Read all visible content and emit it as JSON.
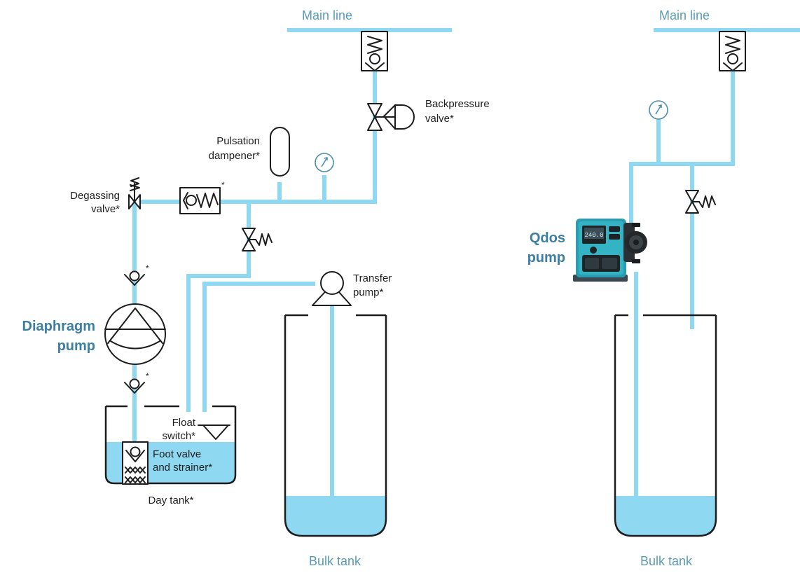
{
  "diagram": {
    "left": {
      "main_line": "Main line",
      "backpressure_valve": [
        "Backpressure",
        "valve*"
      ],
      "pulsation_dampener": [
        "Pulsation",
        "dampener*"
      ],
      "degassing_valve": [
        "Degassing",
        "valve*"
      ],
      "diaphragm_pump": [
        "Diaphragm",
        "pump"
      ],
      "transfer_pump": [
        "Transfer",
        "pump*"
      ],
      "float_switch": [
        "Float",
        "switch*"
      ],
      "foot_valve": [
        "Foot valve",
        "and strainer*"
      ],
      "day_tank": "Day tank*",
      "bulk_tank": "Bulk tank",
      "asterisk": "*"
    },
    "right": {
      "main_line": "Main line",
      "qdos_pump": [
        "Qdos",
        "pump"
      ],
      "bulk_tank": "Bulk tank"
    },
    "colors": {
      "pipe": "#8fd8f2",
      "liquid": "#8fd8f2",
      "label_blue": "#5a9ab7",
      "pump_label": "#3d7fa3",
      "symbol": "#1c1c1c"
    }
  }
}
